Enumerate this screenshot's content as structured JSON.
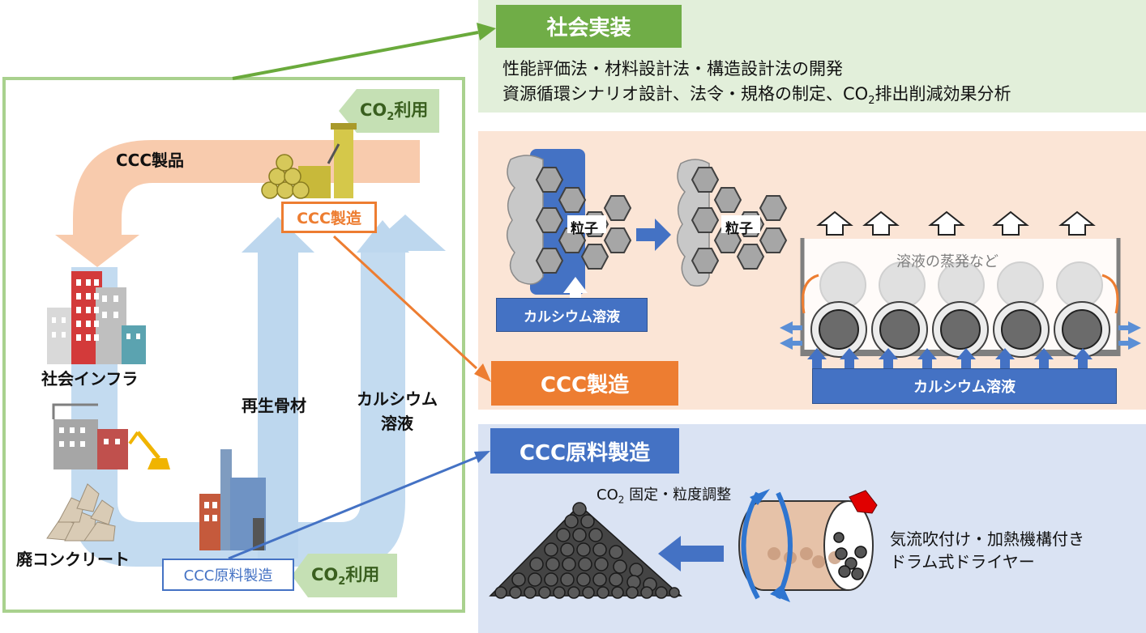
{
  "cycle": {
    "co2_use_top": {
      "main": "CO",
      "sub": "2",
      "tail": "利用"
    },
    "co2_use_bottom": {
      "main": "CO",
      "sub": "2",
      "tail": "利用"
    },
    "ccc_product": "CCC製品",
    "ccc_manufacture": "CCC製造",
    "social_infra": "社会インフラ",
    "waste_concrete": "廃コンクリート",
    "recycled_aggregate": "再生骨材",
    "calcium_solution_line1": "カルシウム",
    "calcium_solution_line2": "溶液",
    "raw_material_manufacture": "CCC原料製造"
  },
  "social": {
    "title": "社会実装",
    "line1": "性能評価法・材料設計法・構造設計法の開発",
    "line2_a": "資源循環シナリオ設計、法令・規格の制定、CO",
    "line2_sub": "2",
    "line2_b": "排出削減効果分析"
  },
  "ccc": {
    "title": "CCC製造",
    "particle_label_1": "粒子",
    "particle_label_2": "粒子",
    "calcium_solution_small": "カルシウム溶液",
    "evaporation": "溶液の蒸発など",
    "calcium_solution_large": "カルシウム溶液"
  },
  "raw": {
    "title": "CCC原料製造",
    "fix_a": "CO",
    "fix_sub": "2",
    "fix_b": " 固定・粒度調整",
    "dryer_line1": "気流吹付け・加熱機構付き",
    "dryer_line2": "ドラム式ドライヤー"
  },
  "colors": {
    "green_dark": "#6aaa3c",
    "green_light": "#e2efda",
    "orange": "#ed7d31",
    "orange_light": "#fbe5d6",
    "blue": "#4472c4",
    "blue_light": "#dae3f3",
    "arrow_blue": "#bdd7ee",
    "arrow_salmon": "#f4b183"
  }
}
